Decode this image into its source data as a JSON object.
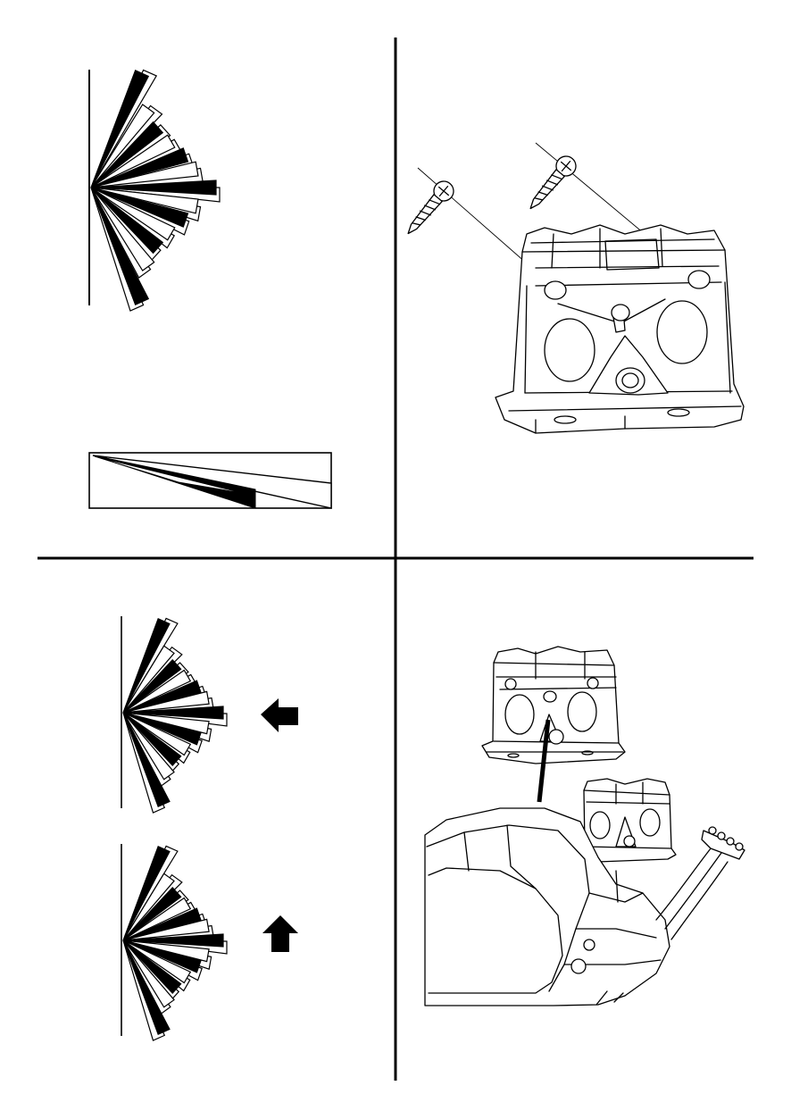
{
  "panels": [
    {
      "id": "top-left",
      "content": "detection-zones-top-and-side-view"
    },
    {
      "id": "top-right",
      "content": "mounting-bracket-with-screws"
    },
    {
      "id": "bottom-left",
      "content": "zone-orientation-options"
    },
    {
      "id": "bottom-right",
      "content": "bracket-attached-to-sensor"
    }
  ],
  "fan_zones": {
    "angles_deg": [
      -66,
      -54,
      -42,
      -30,
      -19,
      -10,
      0,
      10,
      19,
      30,
      42,
      54,
      66
    ],
    "lengths": [
      1.0,
      0.78,
      0.72,
      0.74,
      0.8,
      0.86,
      1.0,
      0.86,
      0.8,
      0.74,
      0.72,
      0.78,
      1.0
    ],
    "filled_pattern": [
      true,
      false,
      true,
      false,
      true,
      false,
      true,
      false,
      true,
      false,
      true,
      false,
      true
    ]
  },
  "arrows": [
    {
      "name": "arrow-left-icon",
      "direction": "left"
    },
    {
      "name": "arrow-up-icon",
      "direction": "up"
    }
  ],
  "colors": {
    "ink": "#000000",
    "paper": "#ffffff"
  }
}
